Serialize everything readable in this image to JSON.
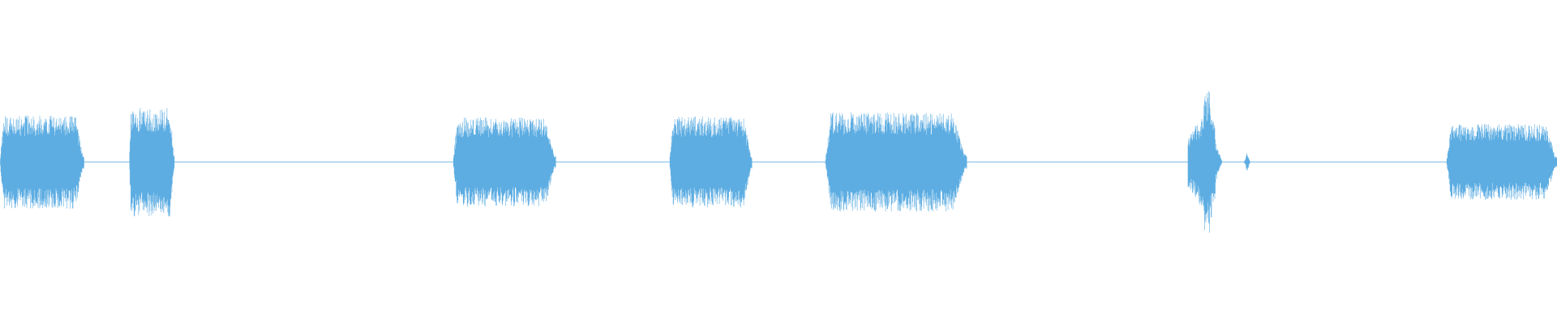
{
  "waveform": {
    "color": "#5dade2",
    "background": "#ffffff",
    "amplitude_scale": "normalized 0-1",
    "segments": [
      {
        "start": 0.0,
        "end": 0.054,
        "amp": 0.48,
        "decay": "soft"
      },
      {
        "start": 0.083,
        "end": 0.112,
        "amp": 0.56,
        "decay": "soft"
      },
      {
        "start": 0.291,
        "end": 0.357,
        "amp": 0.46,
        "decay": "soft"
      },
      {
        "start": 0.43,
        "end": 0.483,
        "amp": 0.47,
        "decay": "soft"
      },
      {
        "start": 0.53,
        "end": 0.621,
        "amp": 0.51,
        "decay": "soft"
      },
      {
        "start": 0.763,
        "end": 0.785,
        "amp": 0.73,
        "decay": "spike"
      },
      {
        "start": 0.799,
        "end": 0.803,
        "amp": 0.1,
        "decay": "blip"
      },
      {
        "start": 0.929,
        "end": 1.0,
        "amp": 0.39,
        "decay": "soft"
      }
    ]
  }
}
